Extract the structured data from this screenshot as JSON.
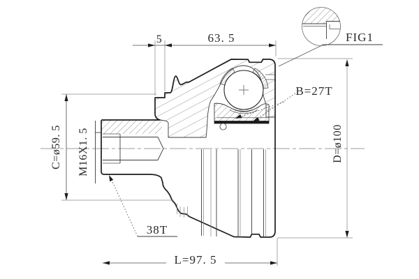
{
  "colors": {
    "background": "#ffffff",
    "outline": "#1c1c1c",
    "thin_line": "#3c3c3c",
    "extension_line": "#8a8a8a",
    "text": "#2a2a2a"
  },
  "dims": {
    "groove_width": "5",
    "bell_length": "63. 5",
    "seat_diameter": "C=ø59. 5",
    "thread": "M16X1. 5",
    "inner_spline_teeth": "B=27T",
    "outer_diameter": "D=ø100",
    "shaft_spline_teeth": "38T",
    "total_length": "L=97. 5",
    "detail_label": "FIG1"
  }
}
